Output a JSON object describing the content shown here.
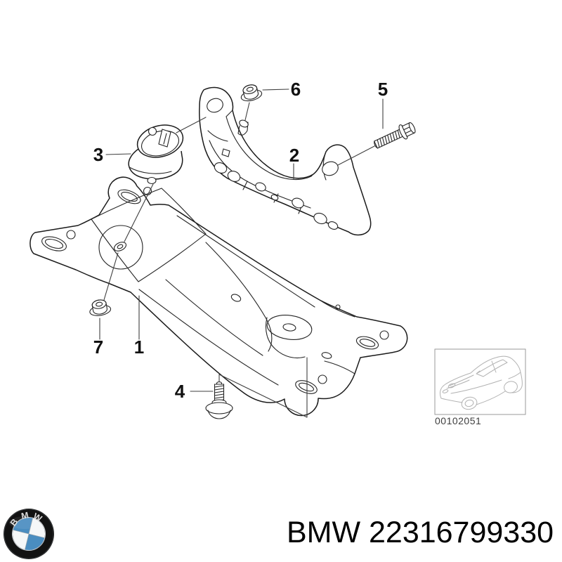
{
  "diagram": {
    "callouts": [
      {
        "label": "1"
      },
      {
        "label": "2"
      },
      {
        "label": "3"
      },
      {
        "label": "4"
      },
      {
        "label": "5"
      },
      {
        "label": "6"
      },
      {
        "label": "7"
      }
    ]
  },
  "thumbnail": {
    "caption": "00102051"
  },
  "footer": {
    "part_text": "BMW 22316799330"
  },
  "logo": {
    "letters": [
      "B",
      "M",
      "W"
    ],
    "colors": {
      "ring": "#121212",
      "quadrant_blue": "#4a8dc0",
      "quadrant_white": "#f5f7f8"
    }
  }
}
